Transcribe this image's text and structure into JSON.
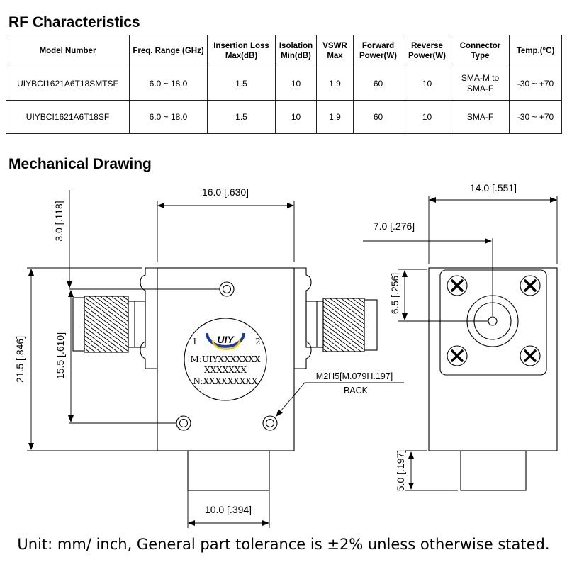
{
  "rf_section": {
    "title": "RF Characteristics",
    "headers": [
      "Model Number",
      "Freq. Range (GHz)",
      "Insertion Loss Max(dB)",
      "Isolation Min(dB)",
      "VSWR Max",
      "Forward Power(W)",
      "Reverse Power(W)",
      "Connector Type",
      "Temp.(°C)"
    ],
    "rows": [
      [
        "UIYBCI1621A6T18SMTSF",
        "6.0 ~ 18.0",
        "1.5",
        "10",
        "1.9",
        "60",
        "10",
        "SMA-M to SMA-F",
        "-30 ~ +70"
      ],
      [
        "UIYBCI1621A6T18SF",
        "6.0 ~ 18.0",
        "1.5",
        "10",
        "1.9",
        "60",
        "10",
        "SMA-F",
        "-30 ~ +70"
      ]
    ]
  },
  "mechanical_section": {
    "title": "Mechanical Drawing",
    "dimensions": {
      "top_width": "16.0 [.630]",
      "mount_offset": "3.0 [.118]",
      "overall_height": "21.5 [.846]",
      "hole_spacing_v": "15.5 [.610]",
      "bottom_width": "10.0 [.394]",
      "side_width": "14.0 [.551]",
      "side_center": "7.0 [.276]",
      "side_connector_height": "6.5 [.256]",
      "side_connector_depth": "5.0 [.197]"
    },
    "hole_note": "M2H5[M.079H.197]",
    "hole_note_sub": "BACK",
    "label": {
      "logo_text": "UIY",
      "port_1": "1",
      "port_2": "2",
      "line_1": "M:UIYXXXXXXX",
      "line_2": "XXXXXXX",
      "line_3": "N:XXXXXXXXX"
    }
  },
  "footnote": "Unit: mm/ inch, General part tolerance is ±2% unless otherwise stated.",
  "colors": {
    "logo_blue": "#1a3a9c",
    "logo_red": "#d3232a",
    "logo_yellow": "#f2c200"
  }
}
